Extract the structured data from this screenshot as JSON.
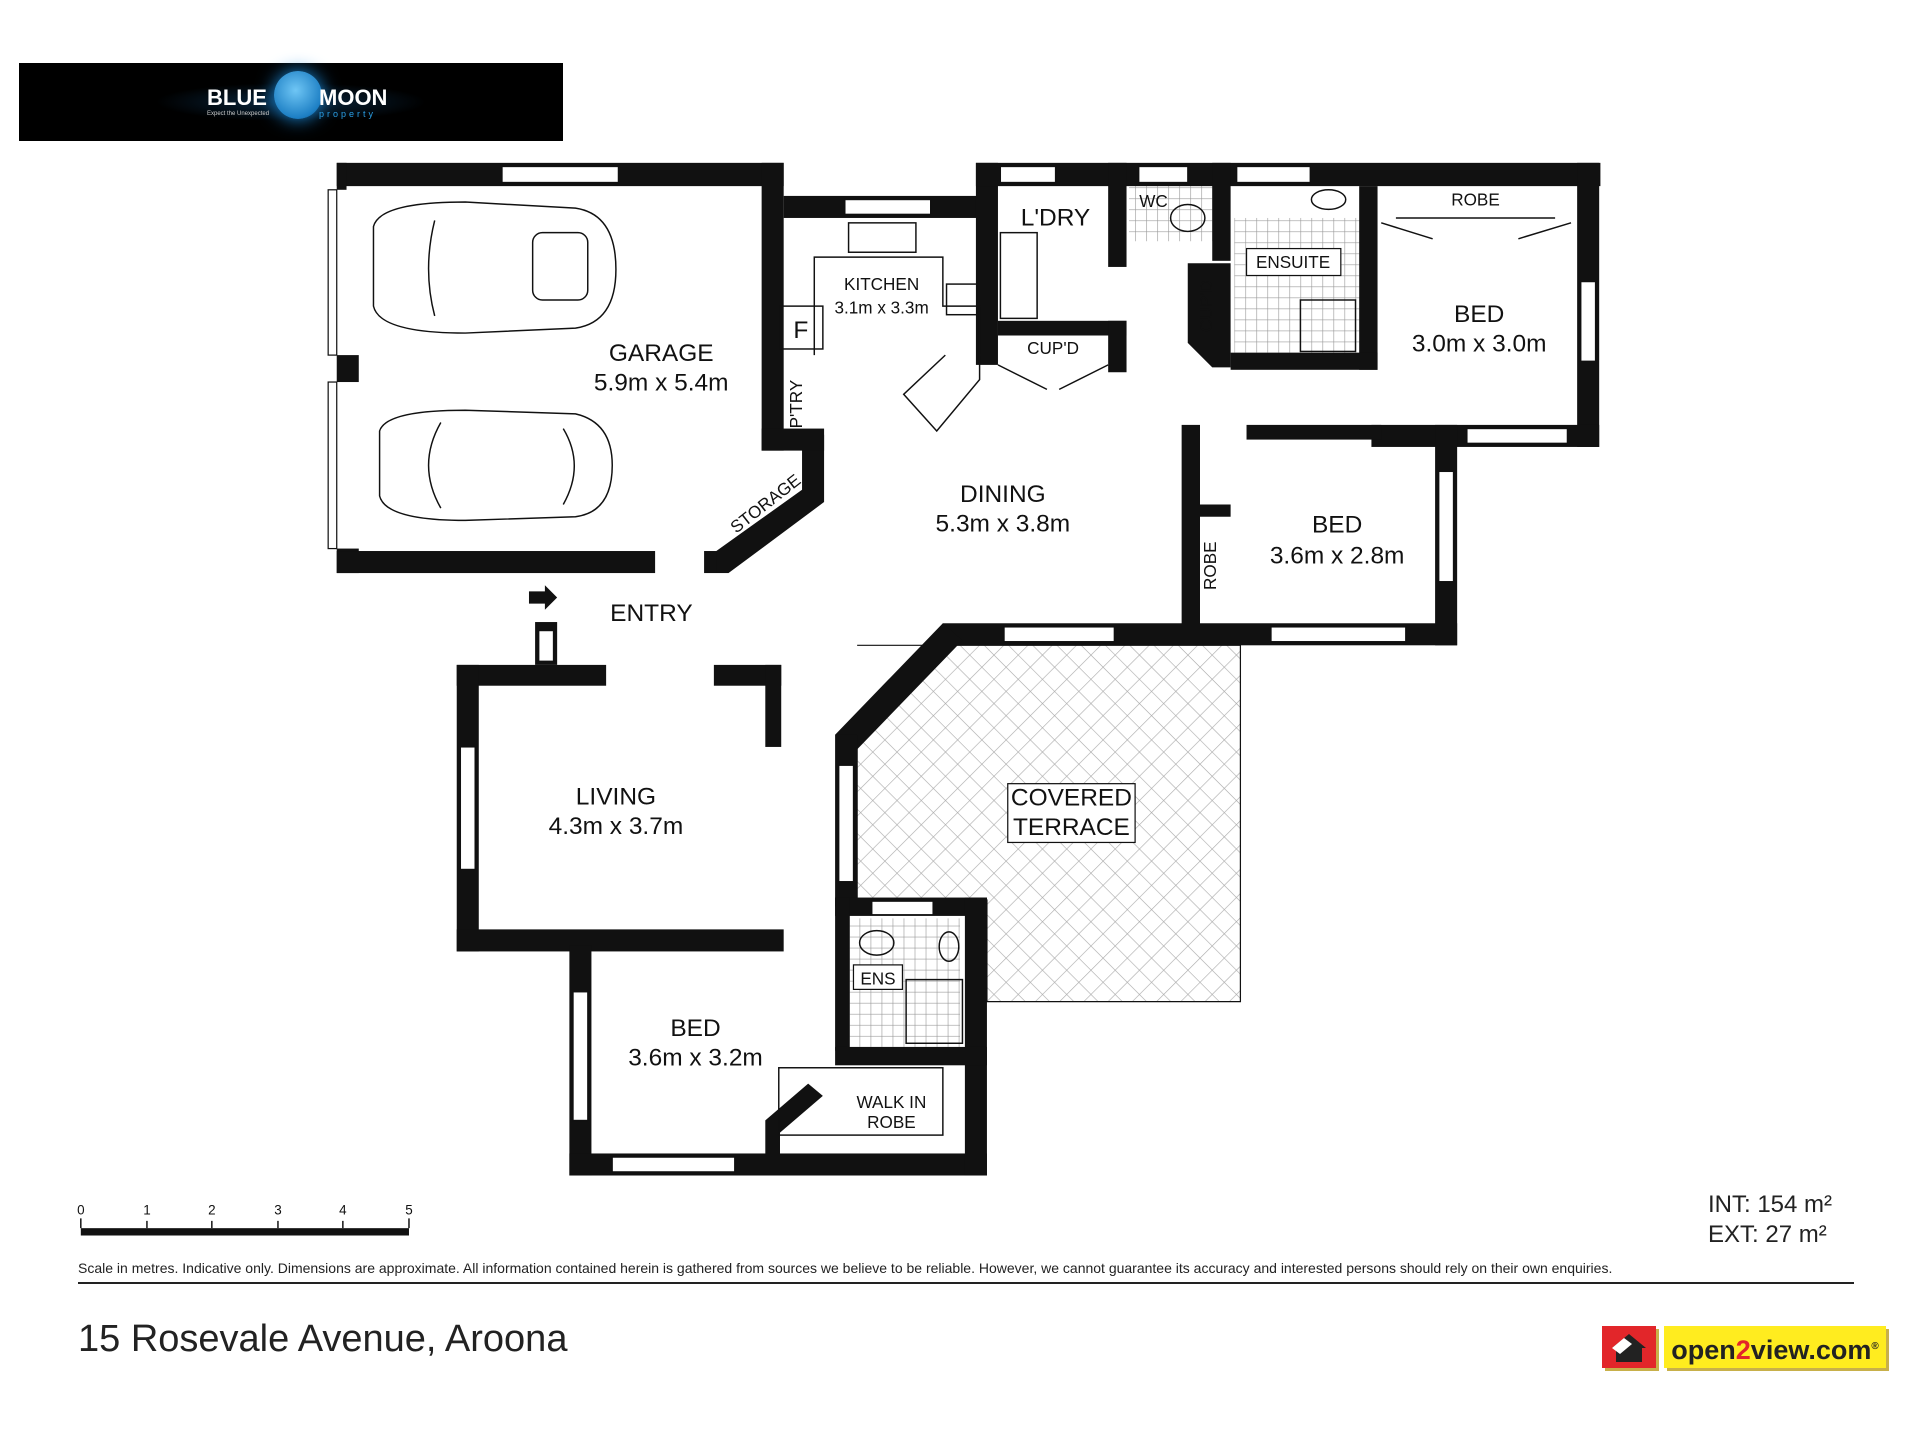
{
  "header": {
    "logo_left": "BLUE",
    "logo_right": "MOON",
    "logo_tagline": "Expect the Unexpected",
    "logo_sub": "property"
  },
  "rooms": {
    "garage": {
      "name": "GARAGE",
      "size": "5.9m x 5.4m"
    },
    "kitchen": {
      "name": "KITCHEN",
      "size": "3.1m x 3.3m"
    },
    "fridge": "F",
    "pantry": "P'TRY",
    "storage": "STORAGE",
    "laundry": "L'DRY",
    "cupd1": "CUP'D",
    "cupd2": "CUP'D",
    "wc": "WC",
    "ensuite": "ENSUITE",
    "robe_master": "ROBE",
    "bed_master": {
      "name": "BED",
      "size": "3.0m x 3.0m"
    },
    "dining": {
      "name": "DINING",
      "size": "5.3m x 3.8m"
    },
    "bed2": {
      "name": "BED",
      "size": "3.6m x 2.8m"
    },
    "robe_bed2": "ROBE",
    "entry": "ENTRY",
    "living": {
      "name": "LIVING",
      "size": "4.3m x 3.7m"
    },
    "terrace": {
      "line1": "COVERED",
      "line2": "TERRACE"
    },
    "ens": "ENS",
    "bed3": {
      "name": "BED",
      "size": "3.6m x 3.2m"
    },
    "walkin": {
      "line1": "WALK IN",
      "line2": "ROBE"
    }
  },
  "scale": {
    "ticks": [
      "0",
      "1",
      "2",
      "3",
      "4",
      "5"
    ]
  },
  "areas": {
    "int": "INT: 154 m²",
    "ext": "EXT: 27 m²"
  },
  "disclaimer": "Scale in metres. Indicative only. Dimensions are approximate. All information contained herein is gathered from sources we believe to be reliable. However, we cannot guarantee its accuracy and interested persons should rely on their own enquiries.",
  "address": "15 Rosevale Avenue, Aroona",
  "footer_logo": {
    "pre": "open",
    "two": "2",
    "post": "view.com",
    "reg": "®"
  }
}
